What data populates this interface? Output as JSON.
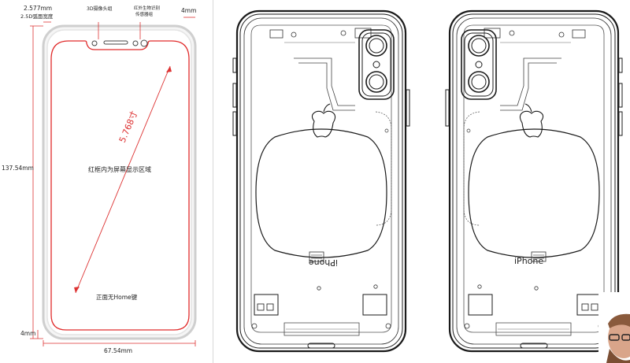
{
  "front_view": {
    "dims": {
      "bezel": "2.577mm",
      "corner": "2.5D弧面宽度",
      "side": "4mm",
      "height": "137.54mm",
      "bottom": "4mm",
      "width": "67.54mm",
      "diagonal": "5.768寸"
    },
    "callouts": {
      "camera": "3D摄像头组",
      "sensor_line1": "红外生物识别",
      "sensor_line2": "传感器组"
    },
    "center_text": "红框内为屏幕显示区域",
    "home_text": "正面无Home键"
  },
  "back_views": {
    "label": "iPhone"
  },
  "colors": {
    "outline_red": "#e02a2a",
    "dim_red": "#d33333",
    "line": "#1a1a1a",
    "frame_gray": "#d9d9d9"
  }
}
